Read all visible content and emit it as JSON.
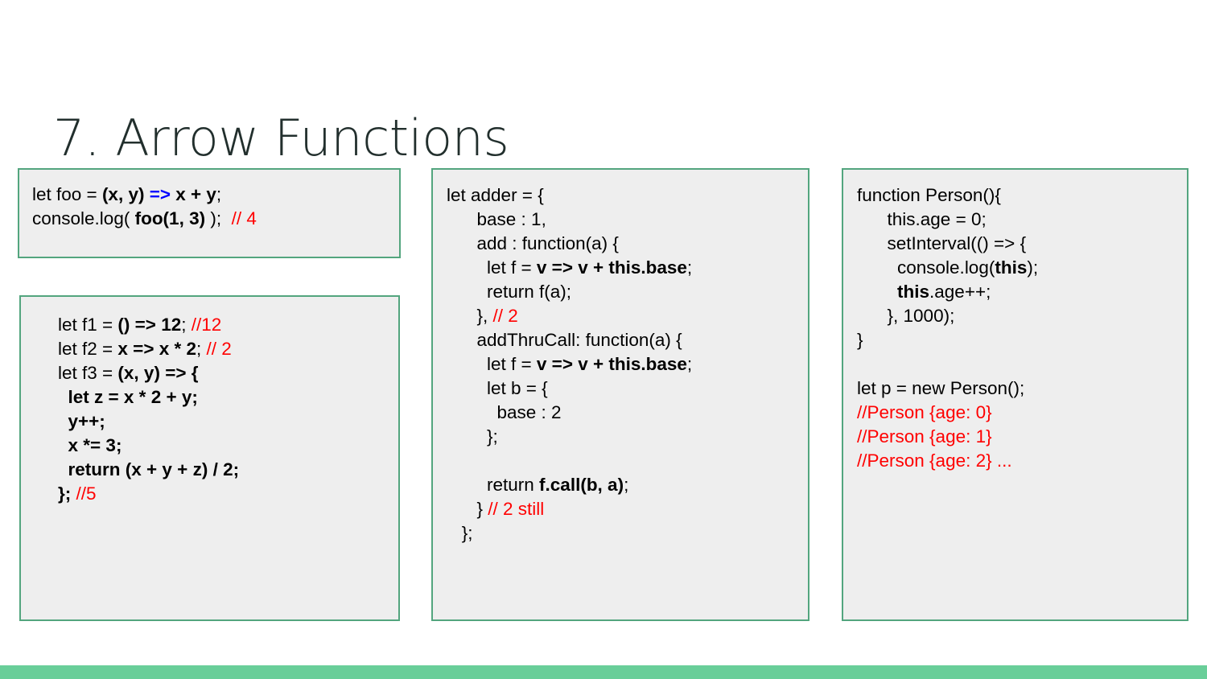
{
  "slide": {
    "title": "7. Arrow Functions",
    "title_color": "#222f2d",
    "background": "#ffffff",
    "accent_bar_color": "#69ce99",
    "box_border_color": "#53a57e",
    "box_fill_color": "#eeeeee",
    "comment_color": "#ff0000",
    "arrow_color": "#0000ff"
  },
  "boxes": {
    "foo": {
      "name": "basic-arrow-example",
      "lines": [
        [
          {
            "t": "let foo = ",
            "s": "plain"
          },
          {
            "t": "(x, y) ",
            "s": "bold"
          },
          {
            "t": "=>",
            "s": "arrow"
          },
          {
            "t": " x + y",
            "s": "bold"
          },
          {
            "t": ";",
            "s": "plain"
          }
        ],
        [
          {
            "t": "console.log( ",
            "s": "plain"
          },
          {
            "t": "foo(1, 3)",
            "s": "bold"
          },
          {
            "t": " );  ",
            "s": "plain"
          },
          {
            "t": "// 4",
            "s": "comment"
          }
        ]
      ]
    },
    "f123": {
      "name": "arrow-variants-example",
      "lines": [
        [
          {
            "t": "let f1 = ",
            "s": "plain"
          },
          {
            "t": "() => 12",
            "s": "bold"
          },
          {
            "t": "; ",
            "s": "plain"
          },
          {
            "t": "//12",
            "s": "comment"
          }
        ],
        [
          {
            "t": "let f2 = ",
            "s": "plain"
          },
          {
            "t": "x => x * 2",
            "s": "bold"
          },
          {
            "t": "; ",
            "s": "plain"
          },
          {
            "t": "// 2",
            "s": "comment"
          }
        ],
        [
          {
            "t": "let f3 = ",
            "s": "plain"
          },
          {
            "t": "(x, y) => {",
            "s": "bold"
          }
        ],
        [
          {
            "t": "  ",
            "s": "plain"
          },
          {
            "t": "let z = x * 2 + y;",
            "s": "bold"
          }
        ],
        [
          {
            "t": "  ",
            "s": "plain"
          },
          {
            "t": "y++;",
            "s": "bold"
          }
        ],
        [
          {
            "t": "  ",
            "s": "plain"
          },
          {
            "t": "x *= 3;",
            "s": "bold"
          }
        ],
        [
          {
            "t": "  ",
            "s": "plain"
          },
          {
            "t": "return (x + y + z) / 2;",
            "s": "bold"
          }
        ],
        [
          {
            "t": "}; ",
            "s": "bold"
          },
          {
            "t": "//5",
            "s": "comment"
          }
        ]
      ]
    },
    "adder": {
      "name": "this-binding-example",
      "lines": [
        [
          {
            "t": "let adder = {",
            "s": "plain"
          }
        ],
        [
          {
            "t": "      base : 1,",
            "s": "plain"
          }
        ],
        [
          {
            "t": "      add : function(a) {",
            "s": "plain"
          }
        ],
        [
          {
            "t": "        let f = ",
            "s": "plain"
          },
          {
            "t": "v => v + this.base",
            "s": "bold"
          },
          {
            "t": ";",
            "s": "plain"
          }
        ],
        [
          {
            "t": "        return f(a);",
            "s": "plain"
          }
        ],
        [
          {
            "t": "      }, ",
            "s": "plain"
          },
          {
            "t": "// 2",
            "s": "comment"
          }
        ],
        [
          {
            "t": "      addThruCall: function(a) {",
            "s": "plain"
          }
        ],
        [
          {
            "t": "        let f = ",
            "s": "plain"
          },
          {
            "t": "v => v + this.base",
            "s": "bold"
          },
          {
            "t": ";",
            "s": "plain"
          }
        ],
        [
          {
            "t": "        let b = {",
            "s": "plain"
          }
        ],
        [
          {
            "t": "          base : 2",
            "s": "plain"
          }
        ],
        [
          {
            "t": "        };",
            "s": "plain"
          }
        ],
        [
          {
            "t": "",
            "s": "plain"
          }
        ],
        [
          {
            "t": "        return ",
            "s": "plain"
          },
          {
            "t": "f.call(b, a)",
            "s": "bold"
          },
          {
            "t": ";",
            "s": "plain"
          }
        ],
        [
          {
            "t": "      } ",
            "s": "plain"
          },
          {
            "t": "// 2 still",
            "s": "comment"
          }
        ],
        [
          {
            "t": "   };",
            "s": "plain"
          }
        ]
      ]
    },
    "person": {
      "name": "setinterval-this-example",
      "lines": [
        [
          {
            "t": "function Person(){",
            "s": "plain"
          }
        ],
        [
          {
            "t": "      this.age = 0;",
            "s": "plain"
          }
        ],
        [
          {
            "t": "      setInterval(() => {",
            "s": "plain"
          }
        ],
        [
          {
            "t": "        console.log(",
            "s": "plain"
          },
          {
            "t": "this",
            "s": "bold"
          },
          {
            "t": ");",
            "s": "plain"
          }
        ],
        [
          {
            "t": "        ",
            "s": "plain"
          },
          {
            "t": "this",
            "s": "bold"
          },
          {
            "t": ".age++;",
            "s": "plain"
          }
        ],
        [
          {
            "t": "      }, 1000);",
            "s": "plain"
          }
        ],
        [
          {
            "t": "}",
            "s": "plain"
          }
        ],
        [
          {
            "t": "",
            "s": "plain"
          }
        ],
        [
          {
            "t": "let p = new Person();",
            "s": "plain"
          }
        ],
        [
          {
            "t": "//Person {age: 0}",
            "s": "comment"
          }
        ],
        [
          {
            "t": "//Person {age: 1}",
            "s": "comment"
          }
        ],
        [
          {
            "t": "//Person {age: 2} ...",
            "s": "comment"
          }
        ]
      ]
    }
  }
}
